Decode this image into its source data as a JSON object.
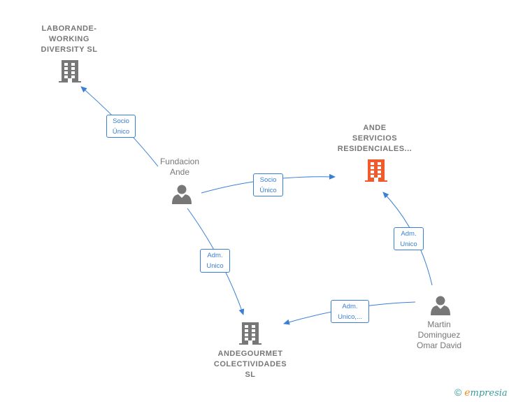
{
  "nodes": [
    {
      "id": "laborande",
      "type": "company",
      "lines": [
        "LABORANDE-",
        "WORKING",
        "DIVERSITY  SL"
      ],
      "color": "#777777"
    },
    {
      "id": "fundacion",
      "type": "person",
      "lines": [
        "Fundacion",
        "Ande"
      ],
      "color": "#777777"
    },
    {
      "id": "ande_servicios",
      "type": "company",
      "lines": [
        "ANDE",
        "SERVICIOS",
        "RESIDENCIALES..."
      ],
      "color": "#f15a2b",
      "highlight": true
    },
    {
      "id": "andegourmet",
      "type": "company",
      "lines": [
        "ANDEGOURMET",
        "COLECTIVIDADES",
        "SL"
      ],
      "color": "#777777"
    },
    {
      "id": "martin",
      "type": "person",
      "lines": [
        "Martin",
        "Dominguez",
        "Omar David"
      ],
      "color": "#777777"
    }
  ],
  "edges": [
    {
      "from": "fundacion",
      "to": "laborande",
      "lines": [
        "Socio",
        "Único"
      ]
    },
    {
      "from": "fundacion",
      "to": "ande_servicios",
      "lines": [
        "Socio",
        "Único"
      ]
    },
    {
      "from": "fundacion",
      "to": "andegourmet",
      "lines": [
        "Adm.",
        "Unico"
      ]
    },
    {
      "from": "martin",
      "to": "ande_servicios",
      "lines": [
        "Adm.",
        "Unico"
      ]
    },
    {
      "from": "martin",
      "to": "andegourmet",
      "lines": [
        "Adm.",
        "Unico,..."
      ]
    }
  ],
  "colors": {
    "edge": "#3a7fd5",
    "node": "#777777",
    "highlight": "#f15a2b"
  },
  "brand": {
    "copyright": "©",
    "name_first": "e",
    "name_rest": "mpresia"
  }
}
